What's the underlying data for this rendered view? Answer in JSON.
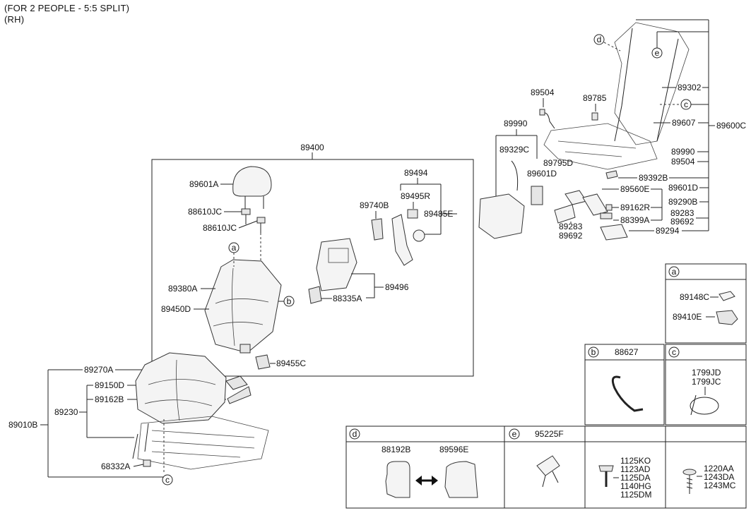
{
  "header": {
    "line1": "(FOR 2 PEOPLE - 5:5 SPLIT)",
    "line2": "(RH)"
  },
  "parts": {
    "p89400": "89400",
    "p89601A": "89601A",
    "p88610JC_1": "88610JC",
    "p88610JC_2": "88610JC",
    "p89380A": "89380A",
    "p89450D": "89450D",
    "p89455C": "89455C",
    "p89494": "89494",
    "p89495R": "89495R",
    "p89485E": "89485E",
    "p89740B": "89740B",
    "p89496": "89496",
    "p88335A": "88335A",
    "p89270A": "89270A",
    "p89150D": "89150D",
    "p89162B": "89162B",
    "p89230": "89230",
    "p89010B": "89010B",
    "p68332A": "68332A",
    "p89504_top": "89504",
    "p89785": "89785",
    "p89302": "89302",
    "p89607": "89607",
    "p89600C": "89600C",
    "p89990_top": "89990",
    "p89329C": "89329C",
    "p89795D": "89795D",
    "p89601D_left": "89601D",
    "p89990_right": "89990",
    "p89504_right": "89504",
    "p89392B": "89392B",
    "p89601D_right": "89601D",
    "p89560E": "89560E",
    "p89290B": "89290B",
    "p89162R": "89162R",
    "p89283_right": "89283",
    "p89692_right": "89692",
    "p88399A": "88399A",
    "p89294": "89294",
    "p89283_left": "89283",
    "p89692_left": "89692"
  },
  "callouts": {
    "a": "a",
    "b": "b",
    "c": "c",
    "d": "d",
    "e": "e"
  },
  "legend": {
    "a": {
      "label": "a",
      "parts": [
        "89148C",
        "89410E"
      ]
    },
    "b": {
      "label": "b",
      "part": "88627"
    },
    "c": {
      "label": "c",
      "parts": [
        "1799JD",
        "1799JC"
      ]
    },
    "d": {
      "label": "d",
      "parts": [
        "88192B",
        "89596E"
      ]
    },
    "e": {
      "label": "e",
      "part": "95225F"
    },
    "bolts": [
      "1125KO",
      "1123AD",
      "1125DA",
      "1140HG",
      "1125DM"
    ],
    "screws": [
      "1220AA",
      "1243DA",
      "1243MC"
    ]
  }
}
